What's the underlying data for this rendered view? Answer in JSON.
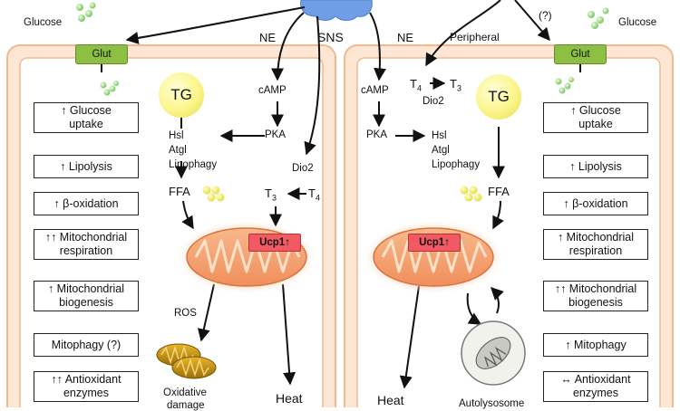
{
  "header": {
    "sns": "SNS",
    "ne_left": "NE",
    "ne_right": "NE",
    "peripheral": "Peripheral",
    "question": "(?)"
  },
  "left": {
    "glucose": "Glucose",
    "glut": "Glut",
    "tg": "TG",
    "camp": "cAMP",
    "pka": "PKA",
    "hsl": "Hsl",
    "atgl": "Atgl",
    "lipophagy": "Lipophagy",
    "dio2": "Dio2",
    "ffa": "FFA",
    "t3": "T",
    "t3_sub": "3",
    "t4": "T",
    "t4_sub": "4",
    "ucp1": "Ucp1",
    "ros": "ROS",
    "oxidative_line1": "Oxidative",
    "oxidative_line2": "damage",
    "heat": "Heat",
    "effects": [
      [
        "↑ Glucose",
        "uptake"
      ],
      [
        "↑ Lipolysis"
      ],
      [
        "↑ β-oxidation"
      ],
      [
        "↑↑ Mitochondrial",
        "respiration"
      ],
      [
        "↑ Mitochondrial",
        "biogenesis"
      ],
      [
        "Mitophagy (?)"
      ],
      [
        "↑↑ Antioxidant",
        "enzymes"
      ]
    ]
  },
  "right": {
    "glucose": "Glucose",
    "glut": "Glut",
    "tg": "TG",
    "camp": "cAMP",
    "pka": "PKA",
    "hsl": "Hsl",
    "atgl": "Atgl",
    "lipophagy": "Lipophagy",
    "t4": "T",
    "t4_sub": "4",
    "t3": "T",
    "t3_sub": "3",
    "dio2": "Dio2",
    "ffa": "FFA",
    "ucp1": "Ucp1",
    "heat": "Heat",
    "autolysosome": "Autolysosome",
    "effects": [
      [
        "↑ Glucose",
        "uptake"
      ],
      [
        "↑ Lipolysis"
      ],
      [
        "↑ β-oxidation"
      ],
      [
        "↑ Mitochondrial",
        "respiration"
      ],
      [
        "↑↑ Mitochondrial",
        "biogenesis"
      ],
      [
        "↑ Mitophagy"
      ],
      [
        "↔ Antioxidant",
        "enzymes"
      ]
    ]
  },
  "colors": {
    "panel_bg": "#fde6d4",
    "panel_border": "#f2b98f",
    "glut": "#8cc043",
    "ucp": "#f25a63",
    "mito": "#f7a774",
    "brain": "#6f9ee6",
    "glucose": "#9fd88a"
  }
}
